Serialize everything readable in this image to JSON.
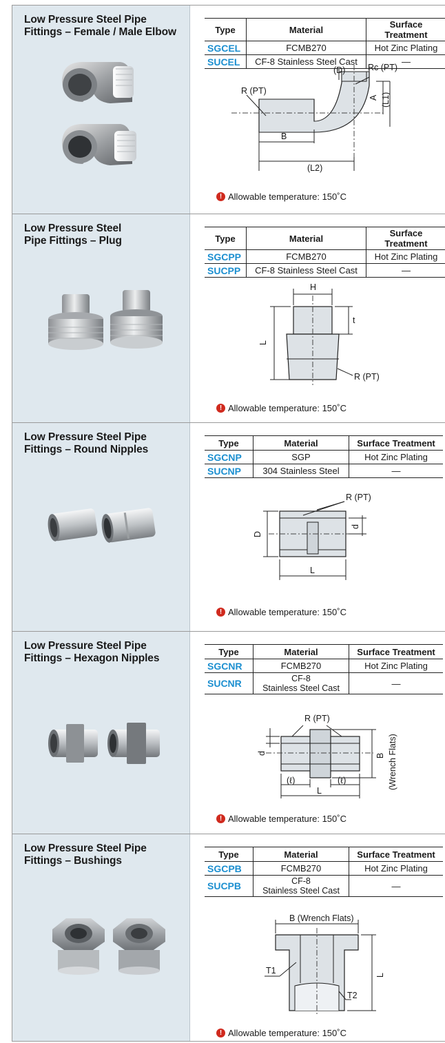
{
  "headers": {
    "type": "Type",
    "material": "Material",
    "surface": "Surface Treatment"
  },
  "note_text": "Allowable temperature: 150˚C",
  "sections": [
    {
      "title_lines": [
        "Low Pressure Steel Pipe",
        "Fittings – Female / Male Elbow"
      ],
      "rows": [
        {
          "type": "SGCEL",
          "material": "FCMB270",
          "surface": "Hot Zinc Plating"
        },
        {
          "type": "SUCEL",
          "material": "CF-8 Stainless Steel Cast",
          "surface": "—"
        }
      ],
      "labels": {
        "rpt": "R (PT)",
        "d": "(D)",
        "rcpt": "Rc (PT)",
        "a": "A",
        "l1": "(L1)",
        "b": "B",
        "l2": "(L2)"
      }
    },
    {
      "title_lines": [
        "Low Pressure Steel",
        "Pipe Fittings – Plug"
      ],
      "rows": [
        {
          "type": "SGCPP",
          "material": "FCMB270",
          "surface": "Hot Zinc Plating"
        },
        {
          "type": "SUCPP",
          "material": "CF-8 Stainless Steel Cast",
          "surface": "—"
        }
      ],
      "labels": {
        "h": "H",
        "t": "t",
        "l": "L",
        "rpt": "R (PT)"
      }
    },
    {
      "title_lines": [
        "Low Pressure Steel Pipe",
        "Fittings – Round Nipples"
      ],
      "rows": [
        {
          "type": "SGCNP",
          "material": "SGP",
          "surface": "Hot Zinc Plating"
        },
        {
          "type": "SUCNP",
          "material": "304 Stainless Steel",
          "surface": "—"
        }
      ],
      "labels": {
        "rpt": "R (PT)",
        "d_upper": "D",
        "d_lower": "d",
        "l": "L"
      }
    },
    {
      "title_lines": [
        "Low Pressure Steel Pipe",
        "Fittings – Hexagon Nipples"
      ],
      "rows": [
        {
          "type": "SGCNR",
          "material": "FCMB270",
          "surface": "Hot Zinc Plating"
        },
        {
          "type": "SUCNR",
          "material_lines": [
            "CF-8",
            "Stainless Steel Cast"
          ],
          "surface": "—"
        }
      ],
      "labels": {
        "rpt": "R (PT)",
        "d": "d",
        "b": "B",
        "wf": "(Wrench Flats)",
        "ell_left": "(ℓ)",
        "ell_right": "(ℓ)",
        "l": "L"
      }
    },
    {
      "title_lines": [
        "Low Pressure Steel Pipe",
        "Fittings – Bushings"
      ],
      "rows": [
        {
          "type": "SGCPB",
          "material": "FCMB270",
          "surface": "Hot Zinc Plating"
        },
        {
          "type": "SUCPB",
          "material_lines": [
            "CF-8",
            "Stainless Steel Cast"
          ],
          "surface": "—"
        }
      ],
      "labels": {
        "bwf": "B (Wrench Flats)",
        "t1": "T1",
        "t2": "T2",
        "l": "L"
      }
    }
  ]
}
